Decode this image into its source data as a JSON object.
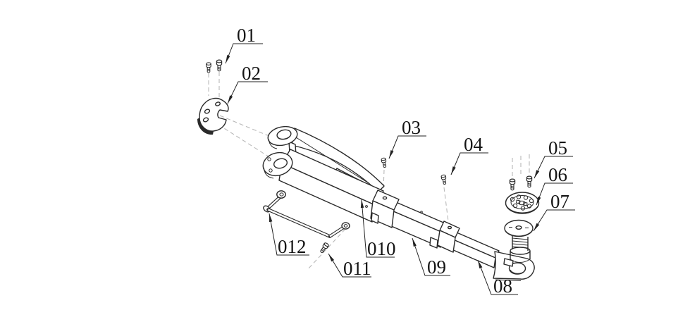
{
  "figure": {
    "kind": "exploded-parts-diagram",
    "background_color": "#ffffff",
    "line_color": "#2a2a2a",
    "guide_line_color": "#b9b9b9",
    "label_color": "#141414"
  },
  "callouts": [
    {
      "label": "01"
    },
    {
      "label": "02"
    },
    {
      "label": "03"
    },
    {
      "label": "04"
    },
    {
      "label": "05"
    },
    {
      "label": "06"
    },
    {
      "label": "07"
    },
    {
      "label": "08"
    },
    {
      "label": "09"
    },
    {
      "label": "010"
    },
    {
      "label": "011"
    },
    {
      "label": "012"
    }
  ]
}
